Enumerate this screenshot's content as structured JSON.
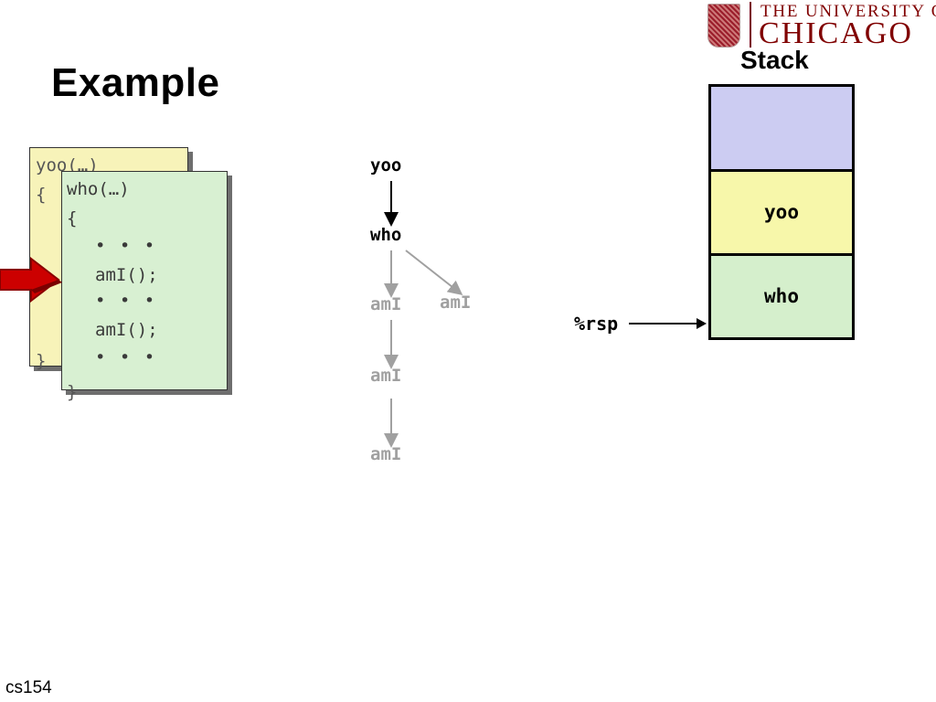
{
  "slide": {
    "title": "Example",
    "footer": "cs154"
  },
  "logo": {
    "line1": "THE UNIVERSITY OF",
    "line2": "CHICAGO"
  },
  "code": {
    "yoo": {
      "signature": "yoo(…)",
      "open_brace": "{",
      "close_brace": "}"
    },
    "who": {
      "signature": "who(…)",
      "open_brace": "{",
      "dots": "• • •",
      "call": "amI();",
      "close_brace": "}"
    }
  },
  "call_tree": {
    "nodes": {
      "yoo": "yoo",
      "who": "who",
      "ami_1": "amI",
      "ami_2": "amI",
      "ami_3": "amI",
      "ami_4": "amI"
    }
  },
  "stack": {
    "title": "Stack",
    "frames": [
      "",
      "yoo",
      "who"
    ],
    "pointer_label": "%rsp"
  },
  "colors": {
    "yoo_frame": "#f7f7aa",
    "who_frame": "#d5efcc",
    "top_frame": "#ccccf2",
    "yoo_card": "#f7f3b9",
    "who_card": "#d8f0d2",
    "arrow_red": "#cc0000",
    "inactive_gray": "#a0a0a0",
    "brand_maroon": "#800000"
  }
}
